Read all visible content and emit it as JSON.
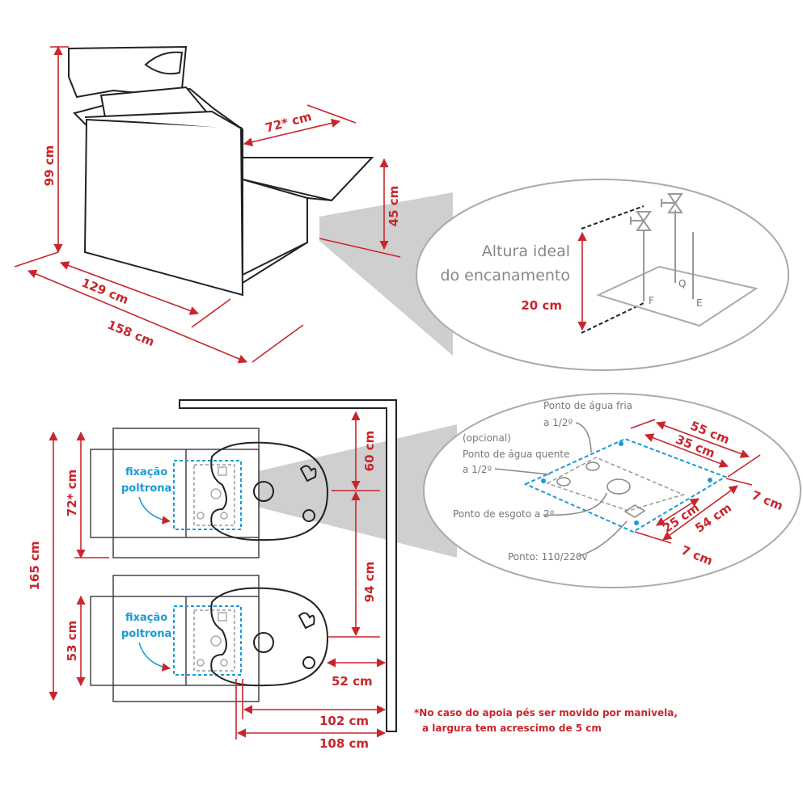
{
  "colors": {
    "dimension": "#c9262c",
    "fixation": "#1a9ad6",
    "detail": "#999999"
  },
  "top_view": {
    "dims": {
      "height": "99 cm",
      "footrest_width": "72* cm",
      "seat_height": "45 cm",
      "depth_a": "129 cm",
      "depth_b": "158 cm"
    },
    "callout": {
      "line1": "Altura ideal",
      "line2": "do encanamento",
      "height": "20 cm",
      "pipe_f": "F",
      "pipe_q": "Q",
      "pipe_e": "E"
    }
  },
  "plan_view": {
    "fixation_line1": "fixação",
    "fixation_line2": "poltrona",
    "dims": {
      "total_length": "165 cm",
      "chair1_width": "72* cm",
      "chair2_width": "53 cm",
      "wall_top": "60 cm",
      "spacing": "94 cm",
      "bowl_to_wall": "52 cm",
      "d102": "102 cm",
      "d108": "108 cm"
    },
    "callout": {
      "cold_water_1": "Ponto de água fria",
      "cold_water_2": "a 1/2º",
      "hot_water_0": "(opcional)",
      "hot_water_1": "Ponto de água quente",
      "hot_water_2": "a 1/2º",
      "drain": "Ponto de esgoto a 2º",
      "power": "Ponto: 110/220v",
      "d55": "55 cm",
      "d35": "35 cm",
      "d7a": "7 cm",
      "d54": "54 cm",
      "d25": "25 cm",
      "d7b": "7 cm"
    },
    "footnote_1": "*No caso do apoia pés ser movido por manivela,",
    "footnote_2": "a largura tem acrescimo de 5 cm"
  }
}
